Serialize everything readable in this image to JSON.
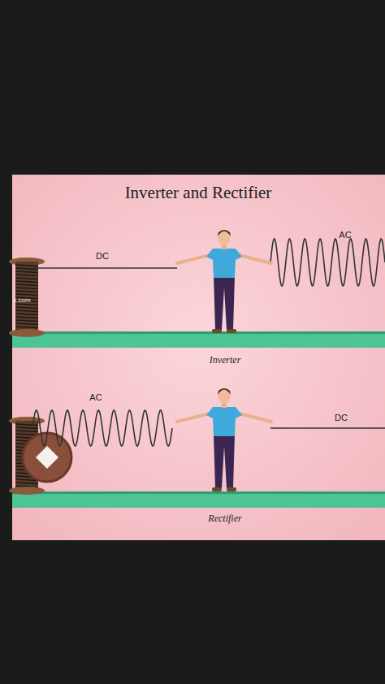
{
  "diagram": {
    "title": "Inverter and Rectifier",
    "labels": [
      "DC",
      "AC",
      "x.com",
      "Inverter",
      "AC",
      "DC",
      "Rectifier"
    ]
  }
}
